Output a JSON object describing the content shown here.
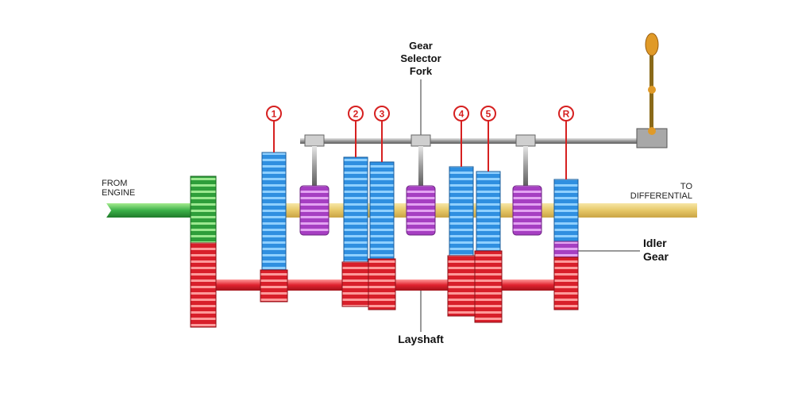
{
  "labels": {
    "gear_selector_fork": [
      "Gear",
      "Selector",
      "Fork"
    ],
    "from_engine": [
      "FROM",
      "ENGINE"
    ],
    "to_differential": [
      "TO",
      "DIFFERENTIAL"
    ],
    "idler_gear": [
      "Idler",
      "Gear"
    ],
    "layshaft": "Layshaft"
  },
  "gear_numbers": {
    "first": "1",
    "second": "2",
    "third": "3",
    "fourth": "4",
    "fifth": "5",
    "reverse": "R"
  },
  "colors": {
    "input_gear": "#2e9e3a",
    "mainshaft_gear": "#2f8fe0",
    "layshaft_gear": "#e0222e",
    "synchro_hub": "#b040c8",
    "output_shaft": "#e8cf7a",
    "input_shaft": "#3bb048",
    "selector_rod": "#9a9a9a",
    "lever_knob": "#e09a28",
    "number_ring": "#d62020"
  }
}
